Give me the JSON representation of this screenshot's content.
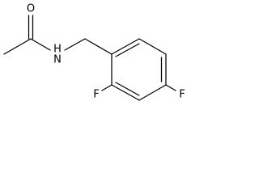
{
  "molecule": {
    "atoms": {
      "oxygen": "O",
      "nitrogen": "N",
      "hydrogen_on_n": "H",
      "fluorine_ortho": "F",
      "fluorine_para": "F"
    }
  }
}
